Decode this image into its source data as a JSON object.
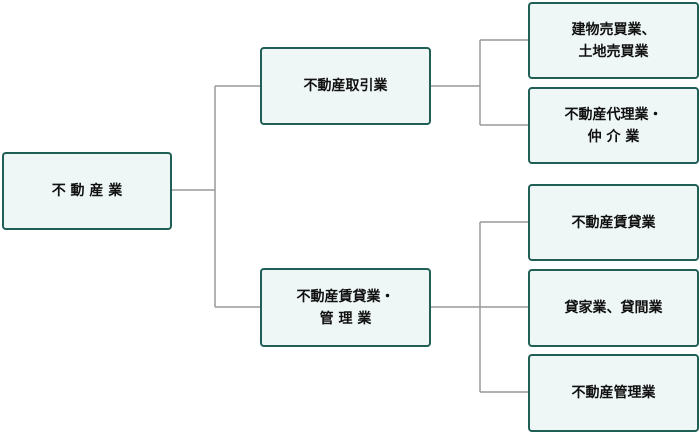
{
  "root": {
    "label": "不 動 産 業"
  },
  "branches": [
    {
      "label": "不動産取引業",
      "children": [
        "建物売買業、\n土地売買業",
        "不動産代理業・\n仲 介 業"
      ]
    },
    {
      "label": "不動産賃貸業・\n管 理 業",
      "children": [
        "不動産賃貸業",
        "貸家業、貸間業",
        "不動産管理業"
      ]
    }
  ],
  "colors": {
    "border": "#1f5f55",
    "fill": "#eef7f6",
    "connector": "#999999"
  }
}
